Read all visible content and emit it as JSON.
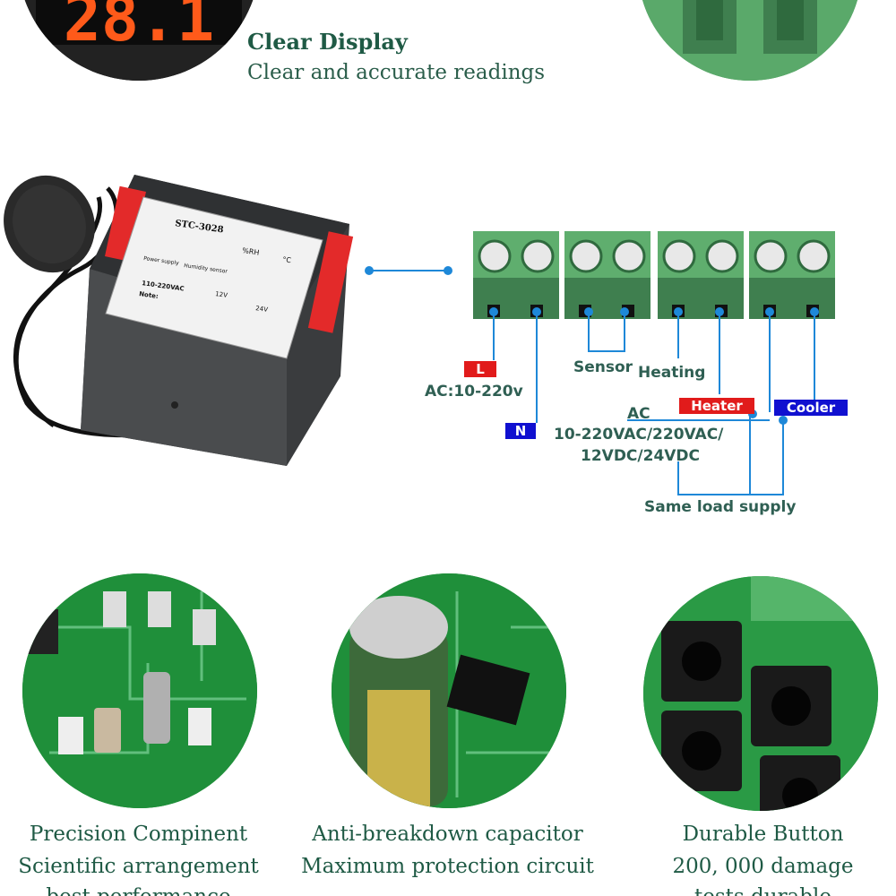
{
  "top": {
    "display_title": "Clear Display",
    "display_sub": "Clear and accurate readings",
    "display_digits": "28.1"
  },
  "device": {
    "model": "STC-3028",
    "label_rh": "%RH",
    "label_c": "°C",
    "opt_110": "110-220VAC",
    "opt_12": "12V",
    "opt_24": "24V",
    "note": "Note:",
    "power_supply": "Power supply",
    "humidity_sensor": "Humidity sensor"
  },
  "diagram": {
    "tag_L": "L",
    "tag_N": "N",
    "ac_range": "AC:10-220v",
    "sensor": "Sensor",
    "heating": "Heating",
    "tag_heater": "Heater",
    "tag_cooler": "Cooler",
    "ac": "AC",
    "load_line1": "10-220VAC/220VAC/",
    "load_line2": "12VDC/24VDC",
    "same_load": "Same load supply",
    "colors": {
      "wire": "#1e88d8",
      "red_tag": "#e11b1b",
      "blue_tag": "#1010d0",
      "terminal": "#5fae6e"
    }
  },
  "features": [
    {
      "title": "Precision Compinent",
      "line1": "Scientific arrangement",
      "line2": "best performance"
    },
    {
      "title": "Anti-breakdown capacitor",
      "line1": "Maximum protection circuit",
      "line2": ""
    },
    {
      "title": "Durable Button",
      "line1": "200, 000 damage",
      "line2": "tests,durable"
    }
  ]
}
